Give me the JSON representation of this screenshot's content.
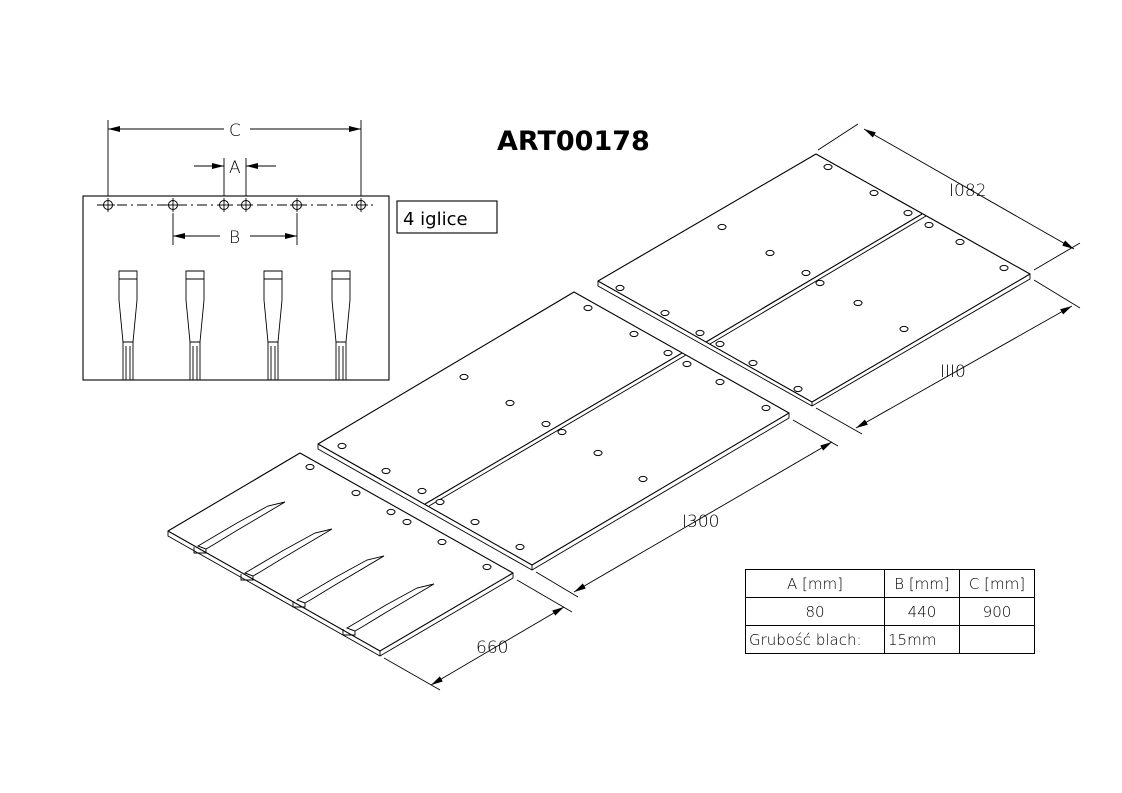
{
  "title": "ART00178",
  "needle_label": "4 iglice",
  "front_view": {
    "dim_c": "C",
    "dim_a": "A",
    "dim_b": "B"
  },
  "iso_dimensions": {
    "d1082": "I082",
    "d1110": "III0",
    "d1300": "I300",
    "d660": "660"
  },
  "table": {
    "headers": [
      "A [mm]",
      "B [mm]",
      "C [mm]"
    ],
    "values": [
      "80",
      "440",
      "900"
    ],
    "thickness_label": "Grubość blach:",
    "thickness_value": "15mm"
  }
}
